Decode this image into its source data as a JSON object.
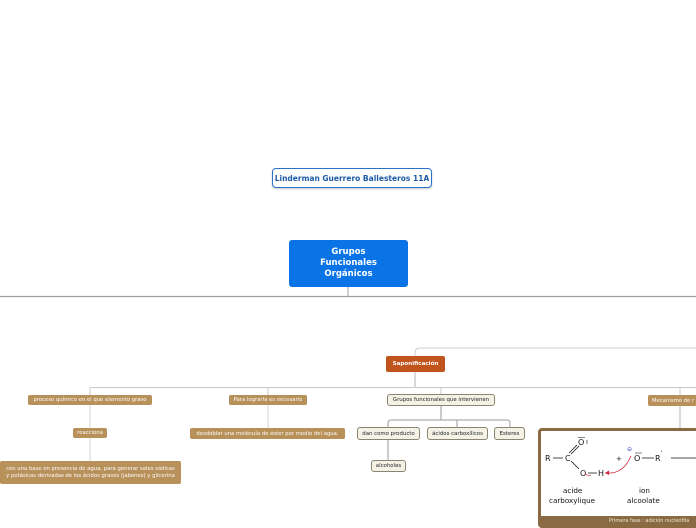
{
  "author": "Linderman Guerrero Ballesteros 11A",
  "root": {
    "lines": [
      "Grupos",
      "Funcionales",
      "Orgánicos"
    ]
  },
  "saponificacion": "Saponificación",
  "branch_proceso": "proceso químico en el que elemento graso",
  "node_reacciona": "reacciona",
  "node_base": "con una base en presencia de agua, para generar sales sódicas y potásicas derivadas de los ácidos grasos (jabones) y glicerina",
  "branch_lograrla": "Para lograrla es necesario",
  "node_desdoblar": "desdoblar una molécula de éster por medio del agua.",
  "branch_grupos": "Grupos funcionales que intervienen",
  "node_producto": "dan como producto",
  "node_alcoholes": "alcoholes",
  "node_acidos": "ácidos carboxílicos",
  "node_esteres": "Esteres",
  "branch_mecanismo": "Mecanismo de r",
  "mechanism": {
    "r_label": "R",
    "c_label": "C",
    "o_double": "O",
    "o_single": "O",
    "h_label": "H",
    "plus": "+",
    "o_minus": "O",
    "r_prime": "R",
    "charge": "⊖",
    "acid_line1": "acide",
    "acid_line2": "carboxylique",
    "ion_line1": "ion",
    "ion_line2": "alcoolate",
    "caption": "Primera fase : adición nucleófila"
  }
}
